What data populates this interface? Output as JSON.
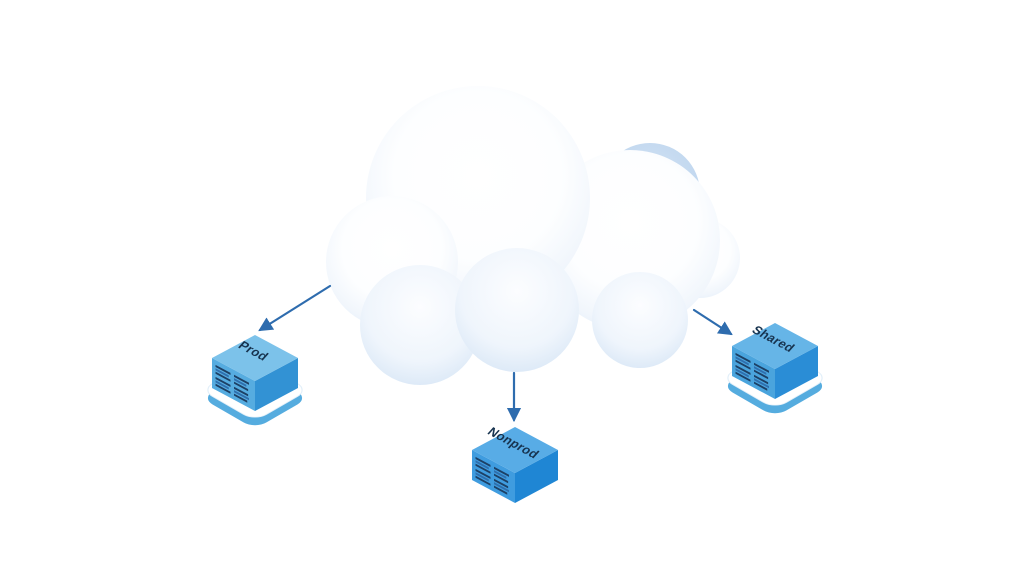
{
  "diagram": {
    "type": "cloud-environments-architecture",
    "cloud": {
      "name": "cloud"
    },
    "nodes": {
      "prod": {
        "label": "Prod",
        "colors": {
          "top": "#7cc2ea",
          "left": "#56ace0",
          "right": "#3292d4"
        }
      },
      "nonprod": {
        "label": "Nonprod",
        "colors": {
          "top": "#58ace6",
          "left": "#3f9cdf",
          "right": "#1f86d4"
        }
      },
      "shared": {
        "label": "Shared",
        "colors": {
          "top": "#66b5e7",
          "left": "#4aa4dd",
          "right": "#2a8dd6"
        }
      }
    },
    "connectors": [
      {
        "from": "cloud",
        "to": "prod"
      },
      {
        "from": "cloud",
        "to": "nonprod"
      },
      {
        "from": "cloud",
        "to": "shared"
      }
    ],
    "colors": {
      "connector": "#2e6cae",
      "label_text": "#17334f",
      "slot_dark": "#1d4065",
      "slot_mid": "#2f6fae",
      "platform_edge": "#55acdf",
      "platform_top": "#ffffff",
      "cloud_core": "#ffffff",
      "cloud_edge": "#e2edf9",
      "cloud_edge_soft": "#d9e7f6",
      "cloud_lobe": "#c3daf1",
      "background": "#ffffff"
    }
  }
}
